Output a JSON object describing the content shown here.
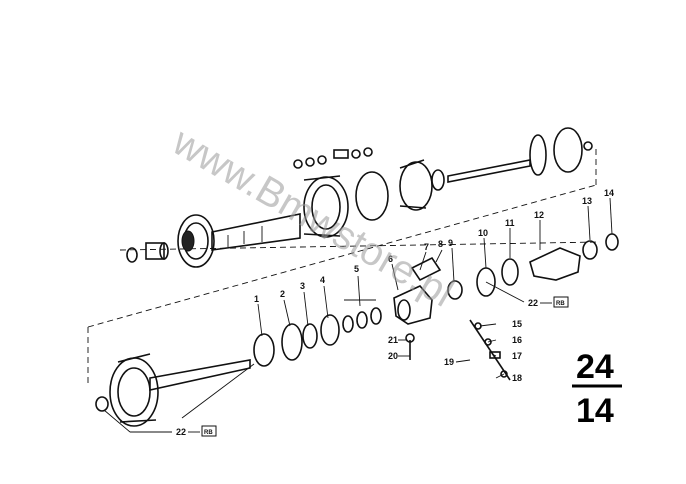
{
  "diagram": {
    "group_number_top": "24",
    "group_number_bottom": "14",
    "watermark": "www.Bmwstore.pl",
    "callouts": {
      "c1": "1",
      "c2": "2",
      "c3": "3",
      "c4": "4",
      "c5": "5",
      "c6": "6",
      "c7": "7",
      "c8": "8",
      "c9": "9",
      "c10": "10",
      "c11": "11",
      "c12": "12",
      "c13": "13",
      "c14": "14",
      "c15": "15",
      "c16": "16",
      "c17": "17",
      "c18": "18",
      "c19": "19",
      "c20": "20",
      "c21": "21",
      "c22a": "22",
      "c22b": "22"
    },
    "ref_tags": {
      "tag_a": "RB",
      "tag_b": "RB"
    }
  }
}
